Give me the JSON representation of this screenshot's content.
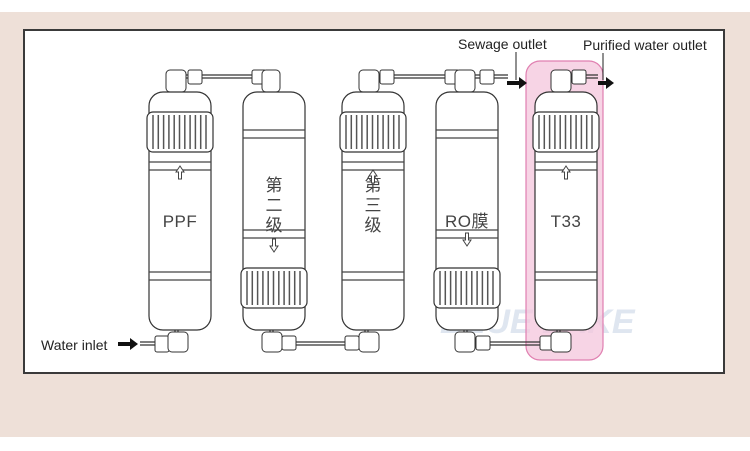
{
  "callouts": {
    "sewage_outlet": "Sewage outlet",
    "purified_water_outlet": "Purified water outlet",
    "water_inlet": "Water inlet"
  },
  "cartridges": [
    {
      "label": "PPF",
      "arrow": "up"
    },
    {
      "label_lines": [
        "第",
        "二",
        "级"
      ],
      "arrow": "down"
    },
    {
      "label_lines": [
        "第",
        "三",
        "级"
      ],
      "arrow": "up"
    },
    {
      "label": "RO膜",
      "arrow": "down"
    },
    {
      "label": "T33",
      "arrow": "up"
    }
  ],
  "watermark": "BLUE LAKE",
  "colors": {
    "highlight_fill": "#f4c6dc",
    "highlight_stroke": "#e07fb0",
    "outline": "#333333",
    "page_bg": "#eee0d8"
  },
  "icons": {
    "arrow": "triangle-arrow-icon",
    "flow_arrow": "flow-direction-arrow-icon"
  }
}
